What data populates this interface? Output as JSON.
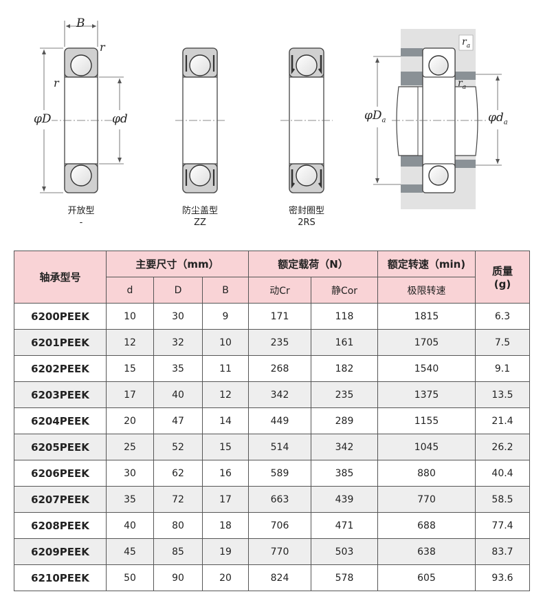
{
  "diagrams": {
    "open": {
      "labels": {
        "B": "B",
        "r_top": "r",
        "r_left": "r",
        "D": "φD",
        "d": "φd"
      },
      "caption_name": "开放型",
      "caption_code": "-"
    },
    "zz": {
      "caption_name": "防尘盖型",
      "caption_code": "ZZ"
    },
    "rs": {
      "caption_name": "密封圈型",
      "caption_code": "2RS"
    },
    "mount": {
      "labels": {
        "ra_top": "r",
        "ra_top_sub": "a",
        "ra_mid": "r",
        "ra_mid_sub": "a",
        "Da": "φD",
        "Da_sub": "a",
        "da": "φd",
        "da_sub": "a"
      }
    }
  },
  "table": {
    "header": {
      "model": "轴承型号",
      "dims_group": "主要尺寸（mm）",
      "load_group": "额定载荷（N）",
      "speed_group": "额定转速（min)",
      "mass": "质量",
      "mass_unit": "(g)",
      "d": "d",
      "D": "D",
      "B": "B",
      "cr": "动Cr",
      "cor": "静Cor",
      "limit_speed": "极限转速"
    },
    "rows": [
      [
        "6200PEEK",
        "10",
        "30",
        "9",
        "171",
        "118",
        "1815",
        "6.3"
      ],
      [
        "6201PEEK",
        "12",
        "32",
        "10",
        "235",
        "161",
        "1705",
        "7.5"
      ],
      [
        "6202PEEK",
        "15",
        "35",
        "11",
        "268",
        "182",
        "1540",
        "9.1"
      ],
      [
        "6203PEEK",
        "17",
        "40",
        "12",
        "342",
        "235",
        "1375",
        "13.5"
      ],
      [
        "6204PEEK",
        "20",
        "47",
        "14",
        "449",
        "289",
        "1155",
        "21.4"
      ],
      [
        "6205PEEK",
        "25",
        "52",
        "15",
        "514",
        "342",
        "1045",
        "26.2"
      ],
      [
        "6206PEEK",
        "30",
        "62",
        "16",
        "589",
        "385",
        "880",
        "40.4"
      ],
      [
        "6207PEEK",
        "35",
        "72",
        "17",
        "663",
        "439",
        "770",
        "58.5"
      ],
      [
        "6208PEEK",
        "40",
        "80",
        "18",
        "706",
        "471",
        "688",
        "77.4"
      ],
      [
        "6209PEEK",
        "45",
        "85",
        "19",
        "770",
        "503",
        "638",
        "83.7"
      ],
      [
        "6210PEEK",
        "50",
        "90",
        "20",
        "824",
        "578",
        "605",
        "93.6"
      ]
    ]
  }
}
